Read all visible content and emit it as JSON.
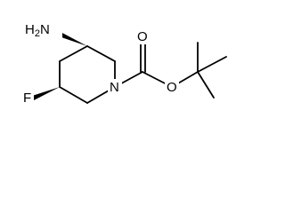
{
  "structure": {
    "atoms": {
      "amine": {
        "symbol": "H",
        "count": "2",
        "element": "N"
      },
      "fluorine": {
        "symbol": "F"
      },
      "ring_nitrogen": {
        "symbol": "N"
      },
      "carbonyl_oxygen": {
        "symbol": "O"
      },
      "ester_oxygen": {
        "symbol": "O"
      }
    }
  }
}
